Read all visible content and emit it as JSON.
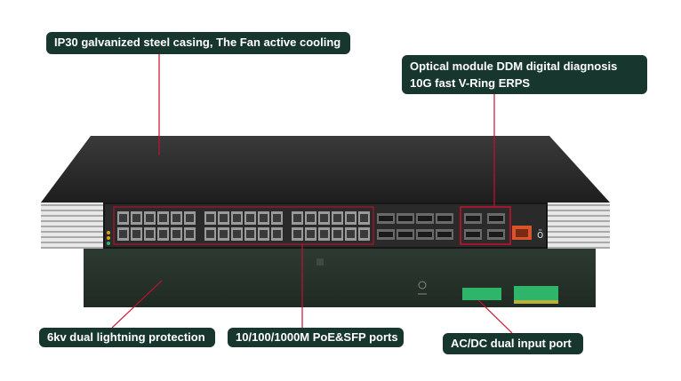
{
  "callouts": {
    "casing": "IP30 galvanized steel casing, The Fan active cooling",
    "optical_line1": "Optical module DDM digital diagnosis",
    "optical_line2": "10G fast V-Ring ERPS",
    "lightning": "6kv dual lightning protection",
    "ports": "10/100/1000M PoE&SFP ports",
    "power": "AC/DC dual input port"
  },
  "colors": {
    "callout_bg": "#17362e",
    "leader_line": "#c8102e",
    "chassis_top": "#2b2b2b",
    "chassis_front": "#1c1c1c",
    "rear_panel": "#253028",
    "terminal_green": "#2fb56a",
    "status_led": "#e0a020"
  },
  "icons": {
    "power_symbol": "power-icon",
    "ground_symbol": "ground-icon"
  }
}
